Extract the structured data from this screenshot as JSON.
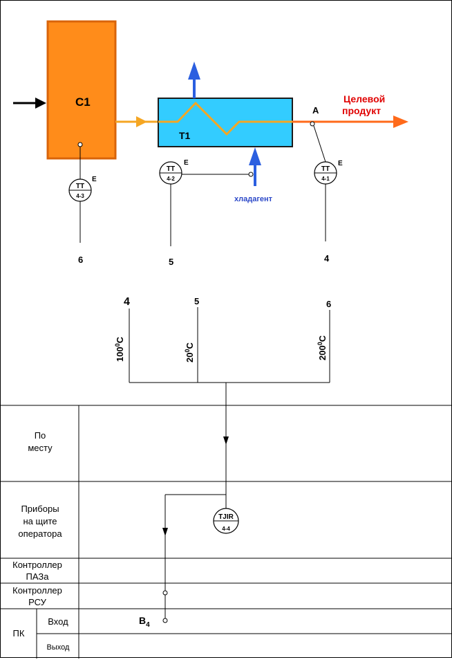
{
  "process": {
    "column_label": "C1",
    "exchanger_label": "T1",
    "point_label": "A",
    "product_line1": "Целевой",
    "product_line2": "продукт",
    "coolant_label": "хладагент"
  },
  "instruments": {
    "tt43": {
      "top": "TT",
      "bottom": "4-3",
      "sup": "E",
      "line_no": "6"
    },
    "tt42": {
      "top": "TT",
      "bottom": "4-2",
      "sup": "E",
      "line_no": "5"
    },
    "tt41": {
      "top": "TT",
      "bottom": "4-1",
      "sup": "E",
      "line_no": "4"
    }
  },
  "signals": {
    "s4": {
      "no": "4",
      "value": "100",
      "sup": "0",
      "unit": "C"
    },
    "s5": {
      "no": "5",
      "value": "20",
      "sup": "0",
      "unit": "C"
    },
    "s6": {
      "no": "6",
      "value": "200",
      "sup": "0",
      "unit": "C"
    }
  },
  "tjir": {
    "top": "TJIR",
    "bottom": "4-4"
  },
  "output": {
    "letter": "B",
    "sub": "4"
  },
  "rows": {
    "local": [
      "По",
      "месту"
    ],
    "panel": [
      "Приборы",
      "на щите",
      "оператора"
    ],
    "paz": [
      "Контроллер",
      "ПАЗа"
    ],
    "rsu": [
      "Контроллер",
      "РСУ"
    ],
    "pk": "ПК",
    "pk_in": "Вход",
    "pk_out": "Выход"
  },
  "colors": {
    "column_fill": "#ff8c1a",
    "column_stroke": "#d9640a",
    "exchanger_fill": "#33ccff",
    "exchanger_stroke": "#1a1a1a",
    "process_line": "#f5a623",
    "product_line": "#ff6a1a",
    "product_text": "#e00000",
    "coolant": "#2b5fe0",
    "coolant_text": "#2b48c8"
  }
}
